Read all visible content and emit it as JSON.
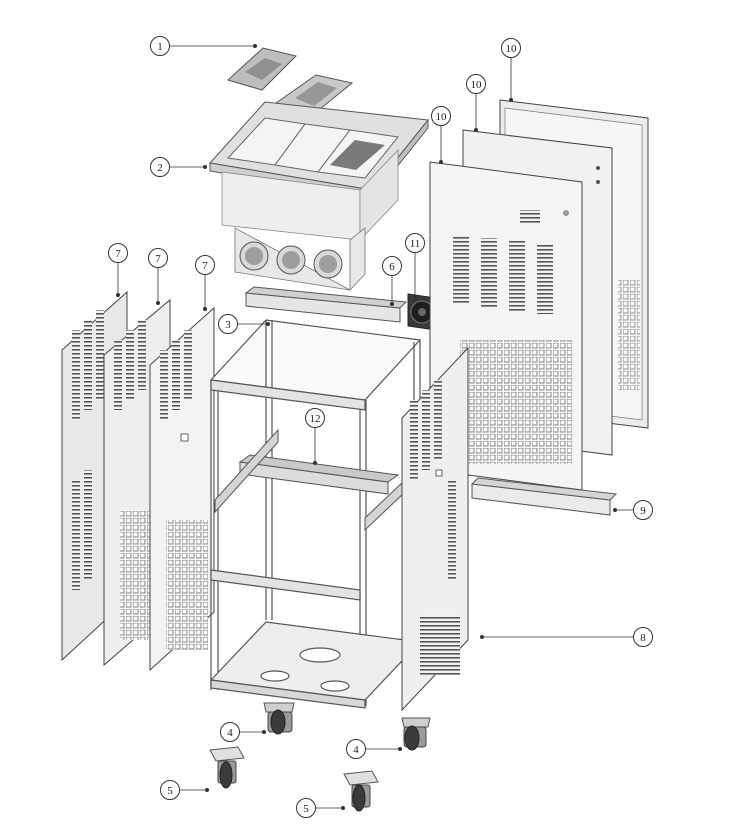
{
  "callouts": [
    {
      "id": "c1",
      "label": "1"
    },
    {
      "id": "c2",
      "label": "2"
    },
    {
      "id": "c3",
      "label": "3"
    },
    {
      "id": "c4a",
      "label": "4"
    },
    {
      "id": "c4b",
      "label": "4"
    },
    {
      "id": "c5a",
      "label": "5"
    },
    {
      "id": "c5b",
      "label": "5"
    },
    {
      "id": "c6",
      "label": "6"
    },
    {
      "id": "c7a",
      "label": "7"
    },
    {
      "id": "c7b",
      "label": "7"
    },
    {
      "id": "c7c",
      "label": "7"
    },
    {
      "id": "c8",
      "label": "8"
    },
    {
      "id": "c9",
      "label": "9"
    },
    {
      "id": "c10a",
      "label": "10"
    },
    {
      "id": "c10b",
      "label": "10"
    },
    {
      "id": "c10c",
      "label": "10"
    },
    {
      "id": "c11",
      "label": "11"
    },
    {
      "id": "c12",
      "label": "12"
    }
  ]
}
